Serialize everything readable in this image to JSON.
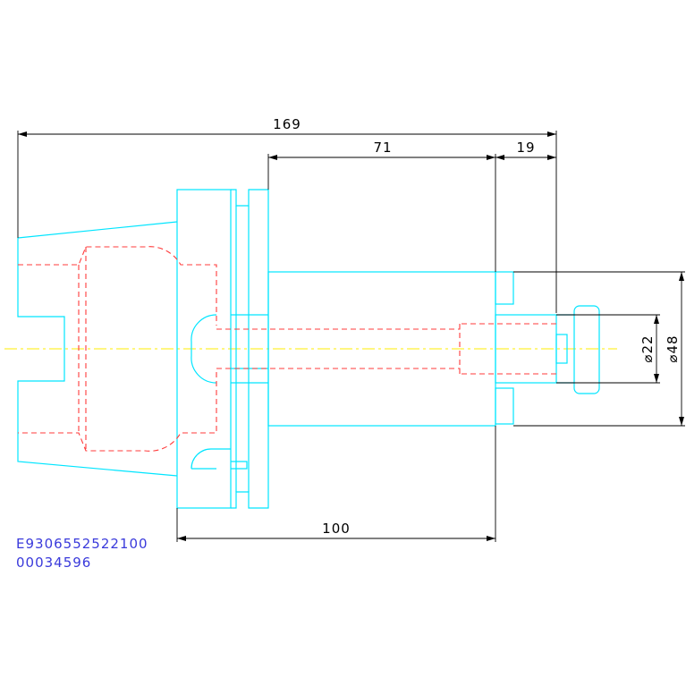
{
  "drawing": {
    "dimensions": {
      "overall_length": "169",
      "shank_length": "71",
      "tip_length": "19",
      "flange_length": "100",
      "bore_diameter": "⌀22",
      "shank_diameter": "⌀48"
    },
    "part_numbers": {
      "line1": "E9306552522100",
      "line2": "00034596"
    }
  },
  "colors": {
    "outline": "#00e5ff",
    "hidden": "#ff3b3b",
    "centerline": "#ffee00",
    "dimension": "#000000",
    "part_text": "#3a3adb"
  }
}
